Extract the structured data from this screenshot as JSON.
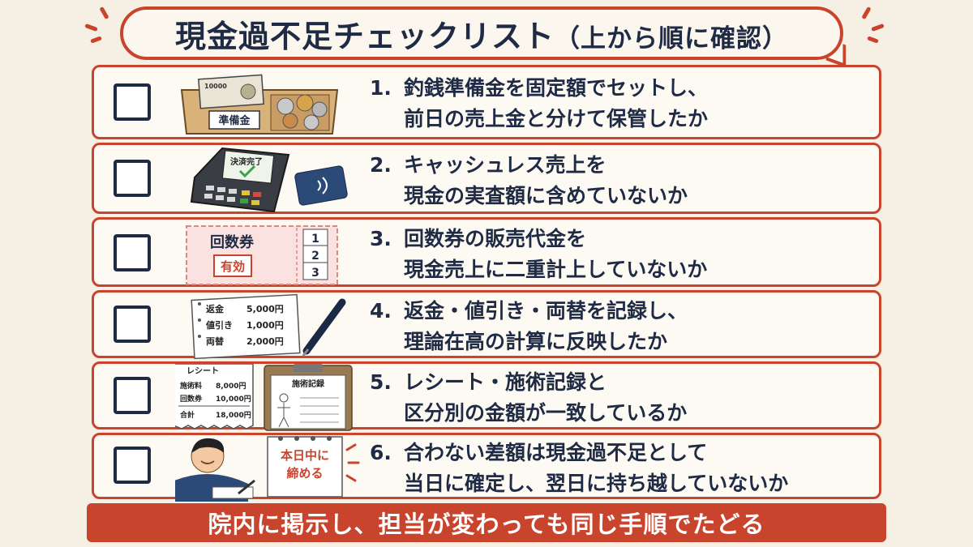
{
  "title": {
    "main": "現金過不足チェックリスト",
    "sub": "（上から順に確認）"
  },
  "items": [
    {
      "number": "1.",
      "line1": "釣銭準備金を固定額でセットし、",
      "line2": "前日の売上金と分けて保管したか",
      "illus_label": "準備金",
      "banknote_text": "10000"
    },
    {
      "number": "2.",
      "line1": "キャッシュレス売上を",
      "line2": "現金の実査額に含めていないか",
      "illus_label": "決済完了"
    },
    {
      "number": "3.",
      "line1": "回数券の販売代金を",
      "line2": "現金売上に二重計上していないか",
      "illus_label": "回数券",
      "illus_stamp": "有効",
      "illus_counts": [
        "1",
        "2",
        "3"
      ]
    },
    {
      "number": "4.",
      "line1": "返金・値引き・両替を記録し、",
      "line2": "理論在高の計算に反映したか",
      "illus_rows": [
        {
          "label": "返金",
          "amount": "5,000円"
        },
        {
          "label": "値引き",
          "amount": "1,000円"
        },
        {
          "label": "両替",
          "amount": "2,000円"
        }
      ]
    },
    {
      "number": "5.",
      "line1": "レシート・施術記録と",
      "line2": "区分別の金額が一致しているか",
      "receipt_title": "レシート",
      "receipt_rows": [
        {
          "label": "施術料",
          "amount": "8,000円"
        },
        {
          "label": "回数券",
          "amount": "10,000円"
        },
        {
          "label": "合計",
          "amount": "18,000円"
        }
      ],
      "clipboard_title": "施術記録"
    },
    {
      "number": "6.",
      "line1": "合わない差額は現金過不足として",
      "line2": "当日に確定し、翌日に持ち越していないか",
      "calendar_line1": "本日中に",
      "calendar_line2": "締める"
    }
  ],
  "footer": "院内に掲示し、担当が変わっても同じ手順でたどる",
  "colors": {
    "accent": "#c9442c",
    "navy": "#1f2a44",
    "background": "#f6efe3"
  }
}
